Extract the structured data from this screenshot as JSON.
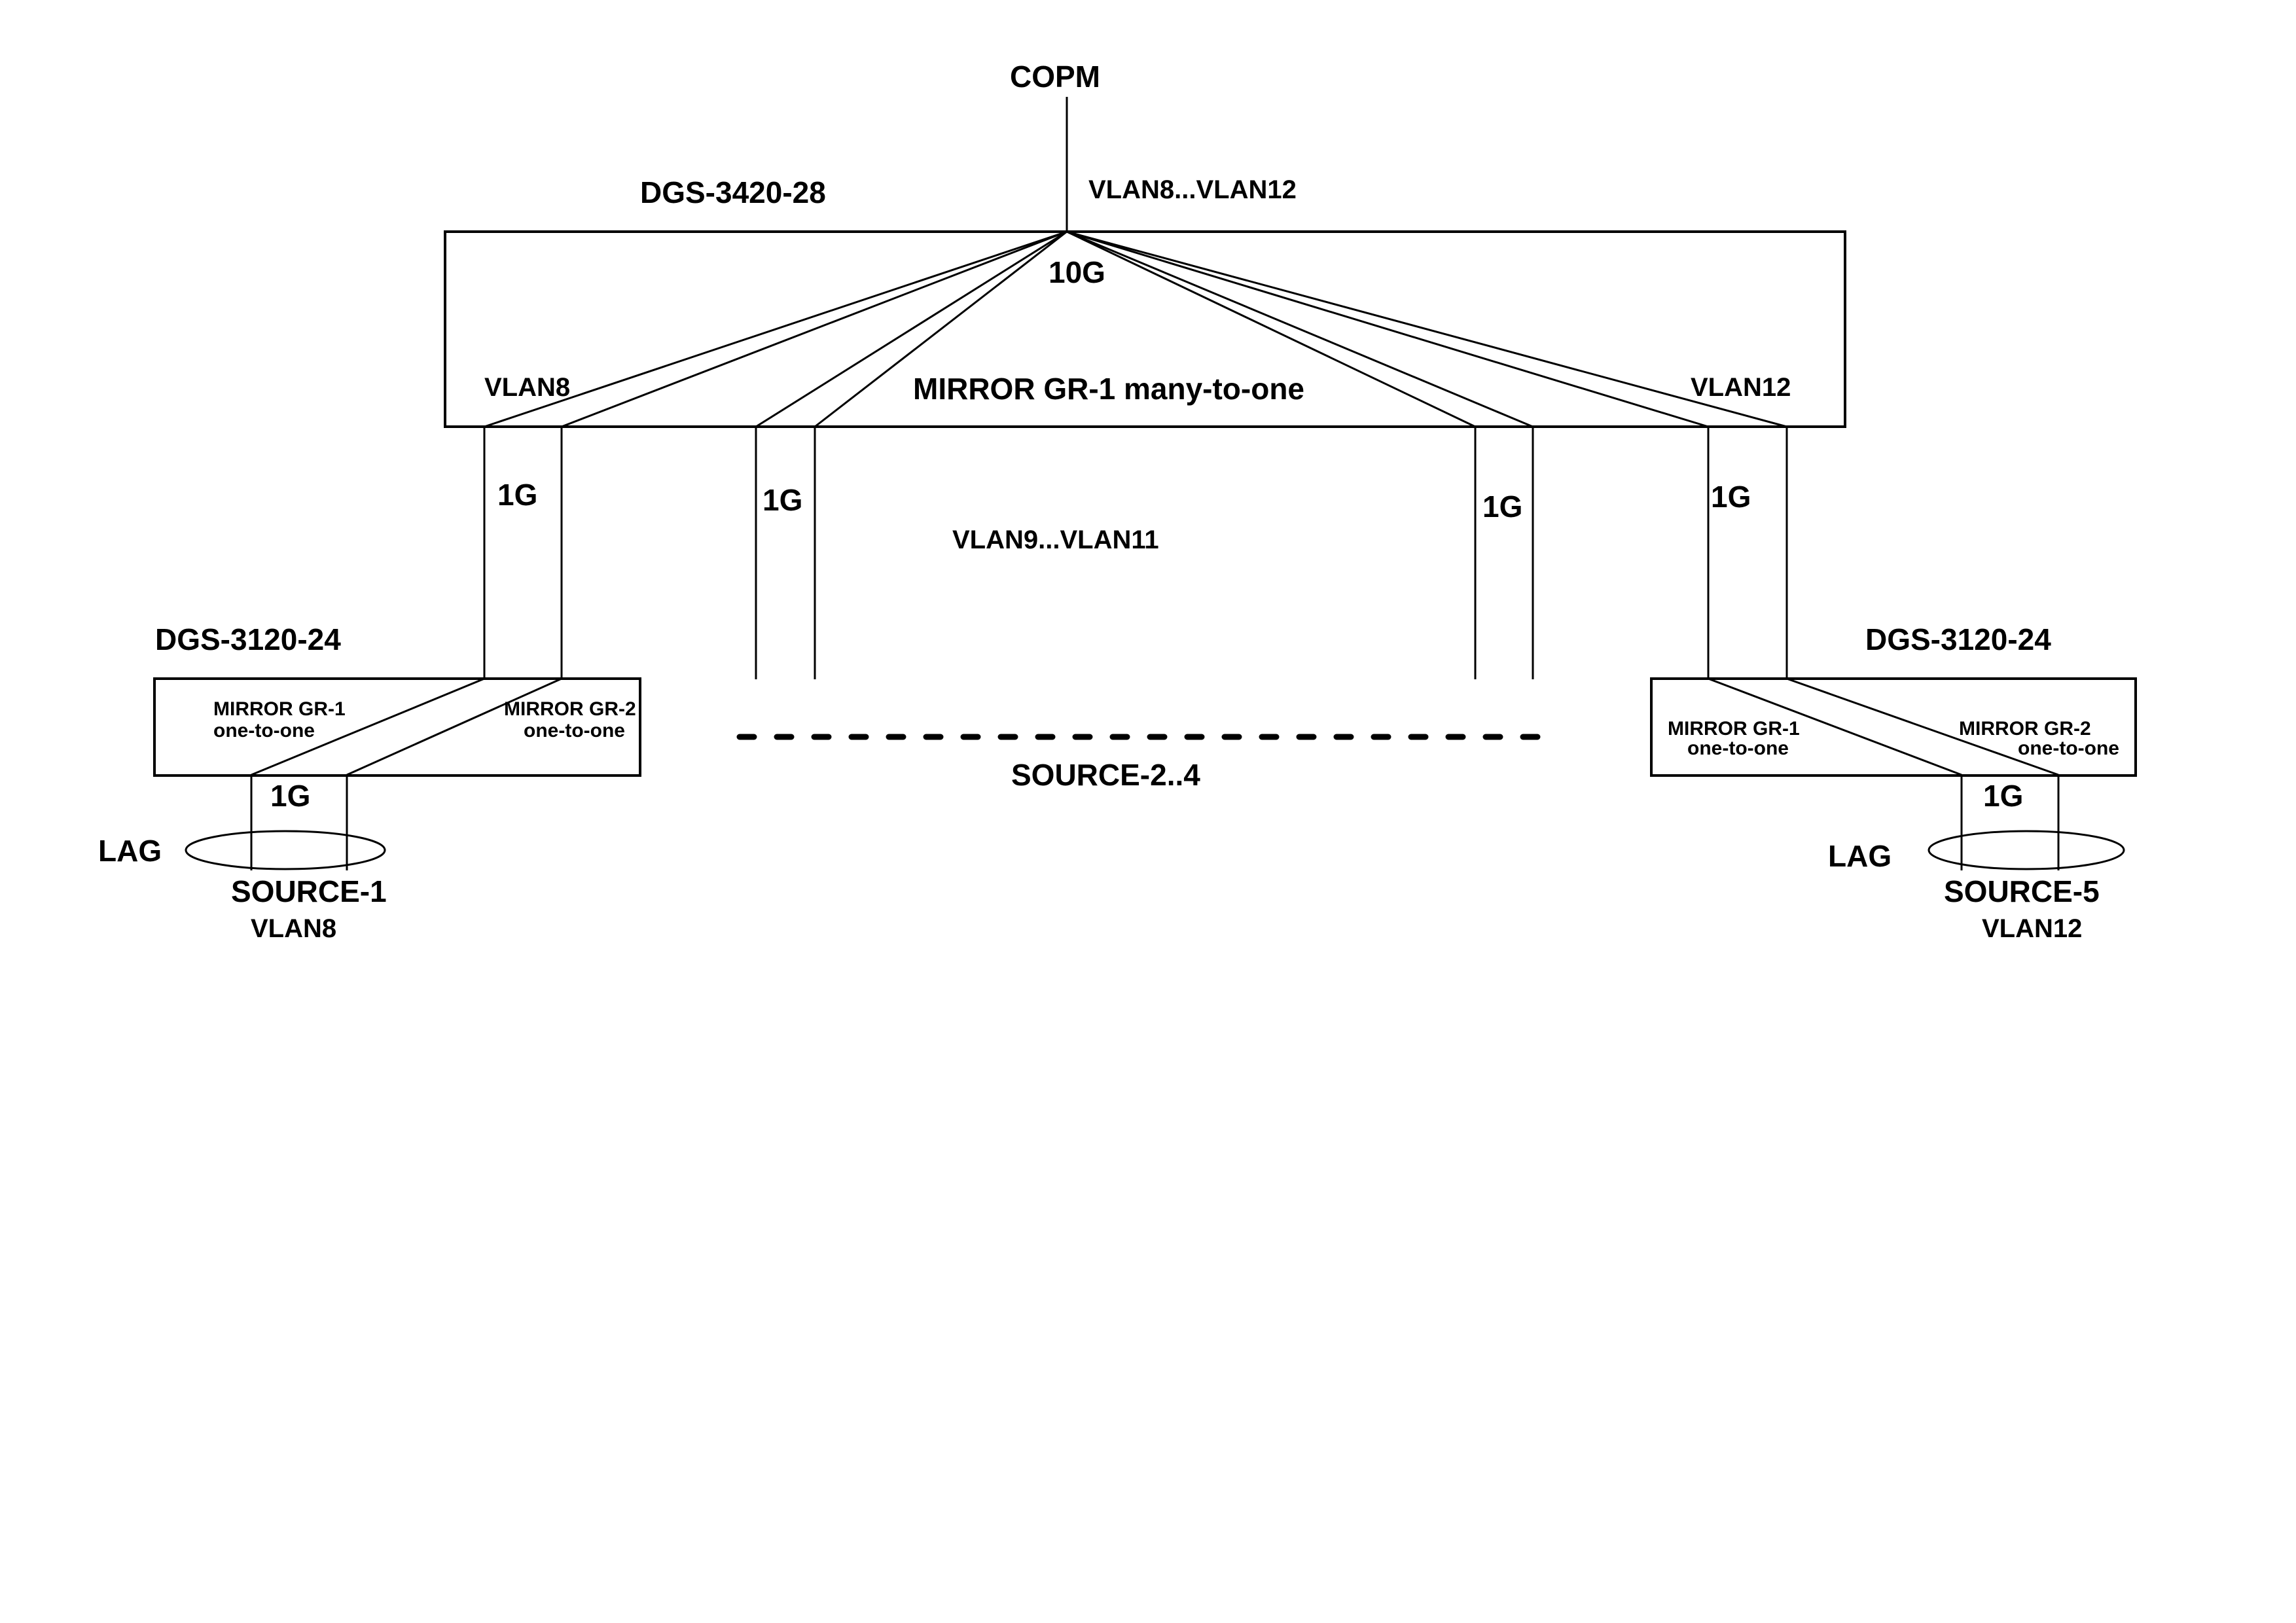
{
  "diagram": {
    "title": "Port mirroring topology",
    "uplink": {
      "label": "COPM",
      "vlan_label": "VLAN8...VLAN12",
      "speed_label": "10G"
    },
    "core_switch": {
      "model": "DGS-3420-28",
      "mirror_label": "MIRROR GR-1 many-to-one",
      "left_vlan_label": "VLAN8",
      "right_vlan_label": "VLAN12"
    },
    "trunk_links": [
      {
        "speed_label": "1G"
      },
      {
        "speed_label": "1G"
      },
      {
        "speed_label": "1G"
      },
      {
        "speed_label": "1G"
      }
    ],
    "middle_vlan_label": "VLAN9...VLAN11",
    "middle_sources_label": "SOURCE-2..4",
    "access_switches": [
      {
        "model": "DGS-3120-24",
        "group1_name": "MIRROR GR-1",
        "group1_mode": "one-to-one",
        "group2_name": "MIRROR GR-2",
        "group2_mode": "one-to-one",
        "downlink_speed": "1G",
        "lag_label": "LAG",
        "source_label": "SOURCE-1",
        "source_vlan": "VLAN8"
      },
      {
        "model": "DGS-3120-24",
        "group1_name": "MIRROR GR-1",
        "group1_mode": "one-to-one",
        "group2_name": "MIRROR GR-2",
        "group2_mode": "one-to-one",
        "downlink_speed": "1G",
        "lag_label": "LAG",
        "source_label": "SOURCE-5",
        "source_vlan": "VLAN12"
      }
    ]
  }
}
